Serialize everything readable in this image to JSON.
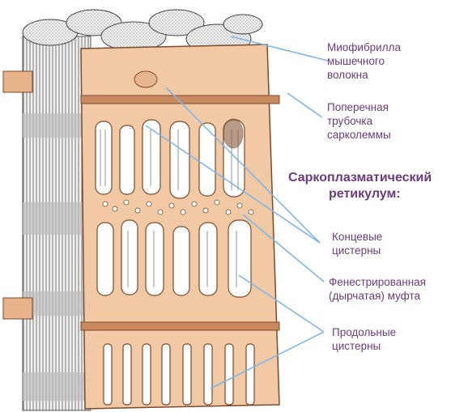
{
  "labels": {
    "myofibril": [
      "Миофибрилла",
      "мышечного",
      "волокна"
    ],
    "t_tubule": [
      "Поперечная",
      "трубочка",
      "сарколеммы"
    ],
    "sr_heading": [
      "Саркоплазматический",
      "ретикулум:"
    ],
    "terminal_cisterns": [
      "Концевые",
      "цистерны"
    ],
    "fenestrated_collar": [
      "Фенестрированная",
      "(дырчатая) муфта"
    ],
    "longitudinal_cisterns": [
      "Продольные",
      "цистерны"
    ]
  },
  "colors": {
    "label_text": "#6b3a7a",
    "pointer_line": "#7fb6e6",
    "reticulum_fill": "#f2c9a5",
    "reticulum_outline": "#7a4a2c",
    "t_tubule_band": "#c98a5e",
    "fibril_line": "#555555"
  }
}
